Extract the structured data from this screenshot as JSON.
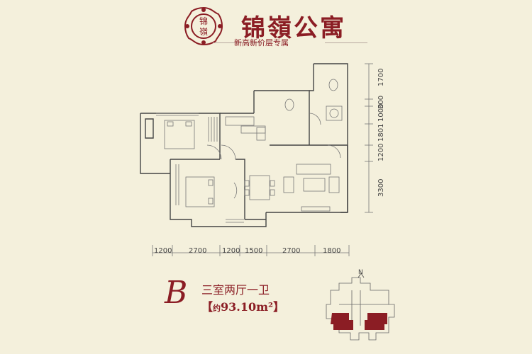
{
  "header": {
    "logo_text": "锦嶺",
    "brand_name": "锦嶺公寓",
    "tagline": "新高新价层专属"
  },
  "dimensions": {
    "right": [
      "1700",
      "300",
      "1000",
      "1801",
      "1200",
      "3300"
    ],
    "bottom": [
      "1200",
      "2700",
      "1200",
      "1500",
      "2700",
      "1800"
    ]
  },
  "unit": {
    "type_letter": "B",
    "layout": "三室两厅一卫",
    "area_prefix": "约",
    "area": "93.10m²",
    "bracket_left": "【",
    "bracket_right": "】"
  },
  "keyplan": {
    "north_label": "N",
    "highlight_color": "#8b1d24"
  },
  "colors": {
    "brand": "#8b1d24",
    "background": "#f4f0dc"
  }
}
